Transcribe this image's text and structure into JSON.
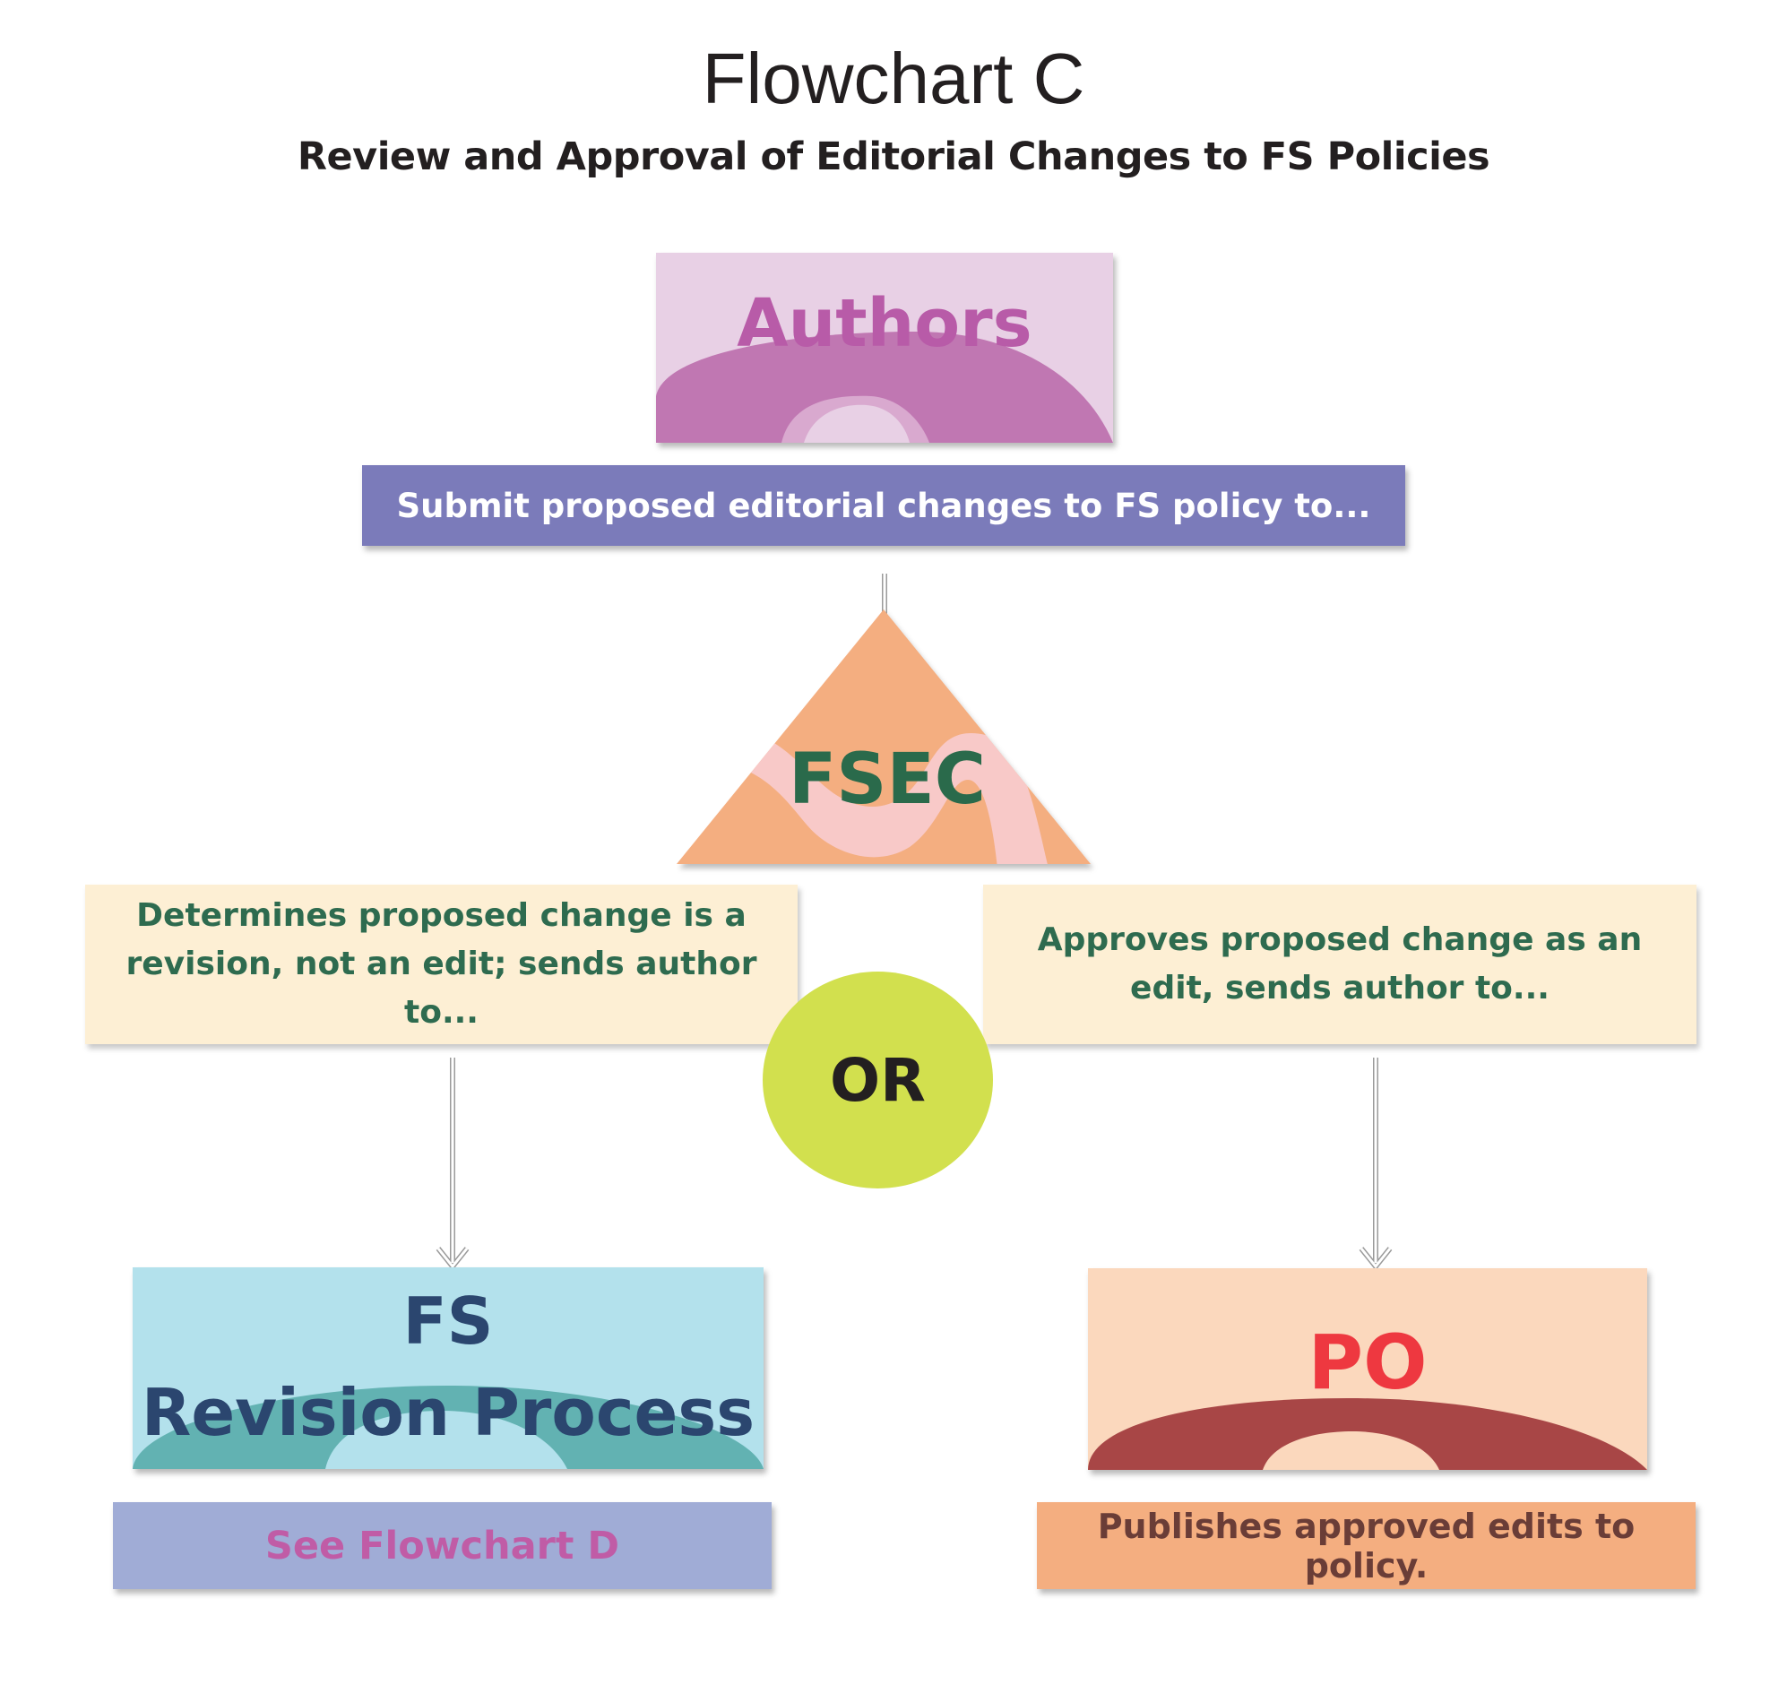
{
  "header": {
    "title": "Flowchart C",
    "subtitle": "Review and Approval of Editorial Changes to FS Policies"
  },
  "nodes": {
    "authors": {
      "label": "Authors",
      "action": "Submit proposed editorial changes to FS policy to..."
    },
    "fsec": {
      "label": "FSEC"
    },
    "branch_left": {
      "text": "Determines proposed change is a revision, not an edit; sends author to..."
    },
    "branch_right": {
      "text": "Approves proposed change as an edit, sends author to..."
    },
    "or_connector": {
      "label": "OR"
    },
    "fs_revision": {
      "label_line1": "FS",
      "label_line2": "Revision Process",
      "note": "See Flowchart D"
    },
    "po": {
      "label": "PO",
      "action": "Publishes approved edits to policy."
    }
  },
  "colors": {
    "authors_bg": "#e8d0e5",
    "authors_text": "#b85ba8",
    "action_bar": "#7b7bba",
    "fsec_triangle": "#f4ae80",
    "fsec_ribbon": "#f8c9c8",
    "fsec_text": "#2a6a4b",
    "branch_bg": "#fdefd4",
    "or_circle": "#d2e04e",
    "fs_bg": "#b3e1ec",
    "fs_text": "#2b466f",
    "fs_wave": "#62b2b2",
    "note_bar": "#a0acd6",
    "note_text": "#c05ca6",
    "po_bg": "#fbd8bd",
    "po_text": "#ee3840",
    "po_wave": "#a84646",
    "po_bar": "#f4ae80"
  }
}
